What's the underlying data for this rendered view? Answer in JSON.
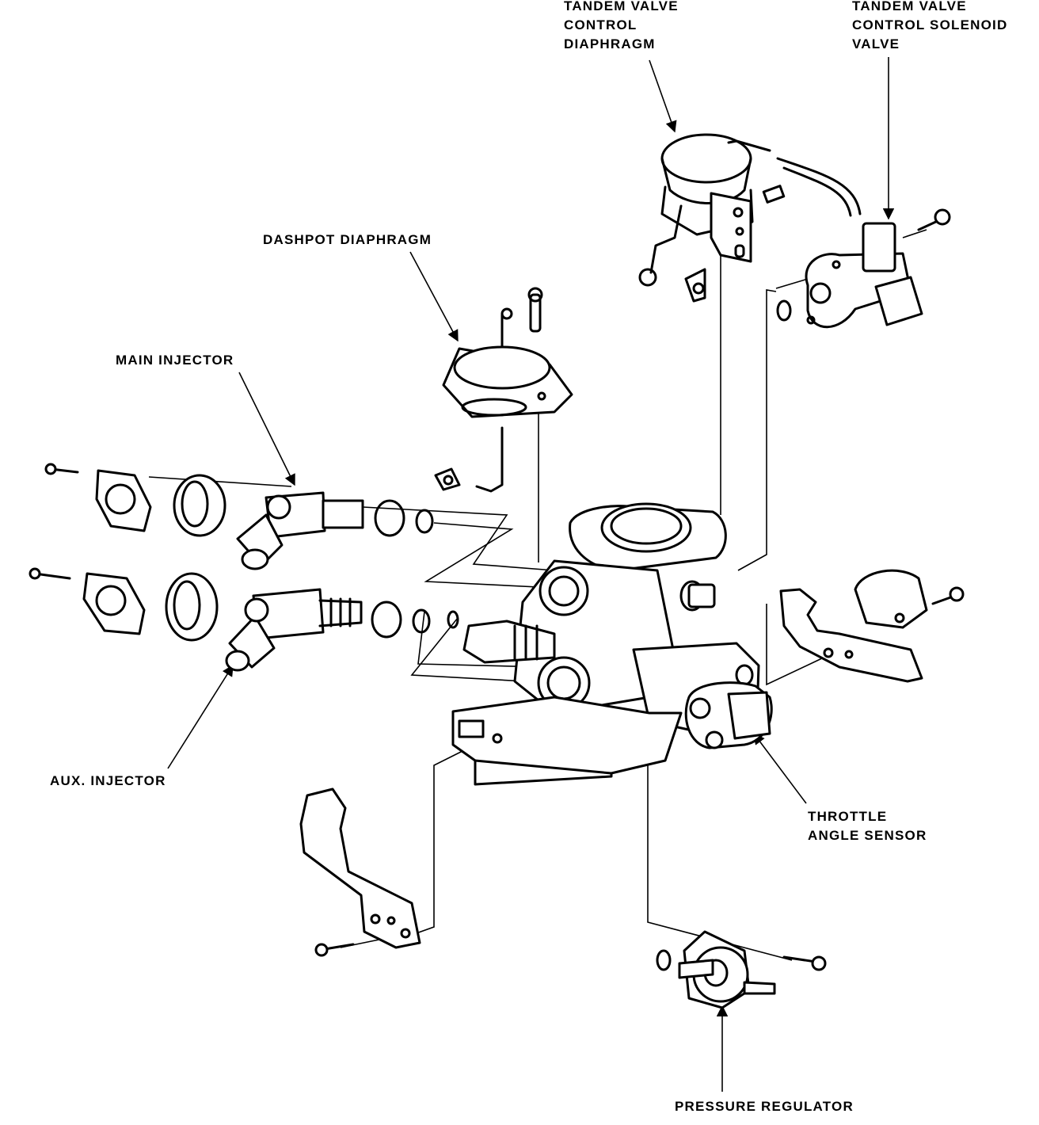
{
  "labels": {
    "tandem_valve_control_diaphragm": [
      "TANDEM VALVE",
      "CONTROL",
      "DIAPHRAGM"
    ],
    "tandem_valve_control_solenoid_valve": [
      "TANDEM VALVE",
      "CONTROL SOLENOID",
      "VALVE"
    ],
    "dashpot_diaphragm": "DASHPOT DIAPHRAGM",
    "main_injector": "MAIN INJECTOR",
    "aux_injector": "AUX. INJECTOR",
    "throttle_angle_sensor": [
      "THROTTLE",
      "ANGLE SENSOR"
    ],
    "pressure_regulator": "PRESSURE REGULATOR"
  }
}
